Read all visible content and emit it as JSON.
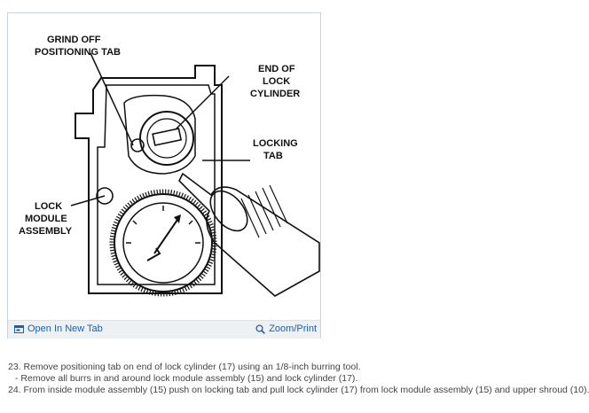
{
  "figure": {
    "callouts": {
      "grind_line1": "GRIND  OFF",
      "grind_line2": "POSITIONING  TAB",
      "end_line1": "END OF",
      "end_line2": "LOCK",
      "end_line3": "CYLINDER",
      "locking_line1": "LOCKING",
      "locking_line2": "TAB",
      "module_line1": "LOCK",
      "module_line2": "MODULE",
      "module_line3": "ASSEMBLY"
    },
    "footer": {
      "open_tab_label": "Open In New Tab",
      "zoom_label": "Zoom/Print",
      "open_tab_icon": "open-tab-icon",
      "zoom_icon": "magnifier-icon",
      "link_color": "#1f5fa6"
    }
  },
  "instructions": {
    "step23": "23. Remove positioning tab on end of lock cylinder (17) using an 1/8-inch burring tool.",
    "step23_sub": "- Remove all burrs in and around lock module assembly (15) and lock cylinder (17).",
    "step24": "24. From inside module assembly (15) push on locking tab and pull lock cylinder (17) from lock module assembly (15) and upper shroud (10)."
  }
}
